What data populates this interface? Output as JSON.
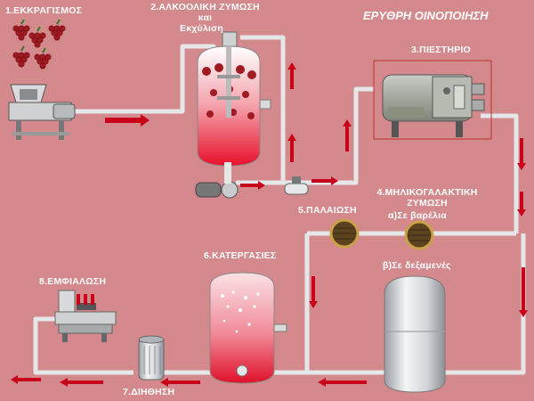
{
  "title": "ΕΡΥΘΡΗ ΟΙΝΟΠΟΙΗΣΗ",
  "steps": {
    "s1": "1.ΕΚΚΡΑΓΙΣΜΟΣ",
    "s2_line1": "2.ΑΛΚΟΟΛΙΚΗ ΖΥΜΩΣΗ",
    "s2_line2": "και",
    "s2_line3": "Εκχύλιση",
    "s3": "3.ΠΙΕΣΤΗΡΙΟ",
    "s4_line1": "4.ΜΗΛΙΚΟΓΑΛΑΚΤΙΚΗ",
    "s4_line2": "ΖΥΜΩΣΗ",
    "s4a": "α)Σε βαρέλια",
    "s4b": "β)Σε δεξαμενές",
    "s5": "5.ΠΑΛΑΙΩΣΗ",
    "s6": "6.ΚΑΤΕΡΓΑΣΙΕΣ",
    "s7": "7.ΔΙΗΘΗΣΗ",
    "s8": "8.ΕΜΦΙΑΛΩΣΗ"
  },
  "colors": {
    "background": "#d4898c",
    "pipe": "#e4e6e8",
    "arrow": "#c8001a",
    "wine": "#e8102a"
  }
}
